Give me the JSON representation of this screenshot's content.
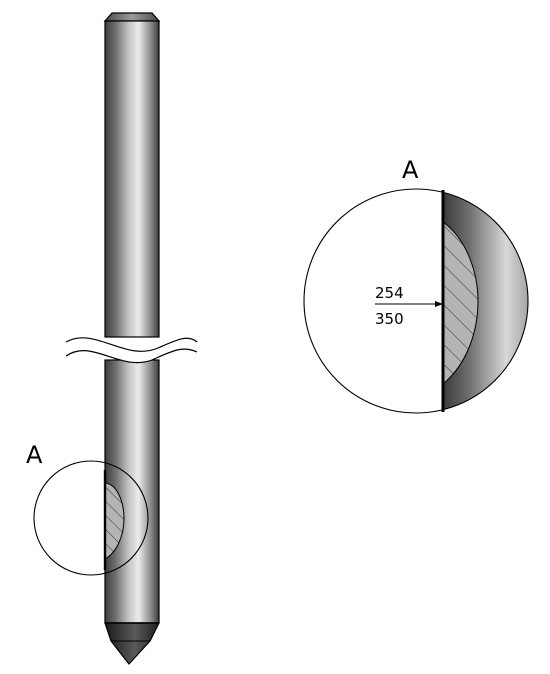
{
  "detail_label": "A",
  "callout_label": "A",
  "dimension": {
    "upper": "254",
    "lower": "350"
  }
}
